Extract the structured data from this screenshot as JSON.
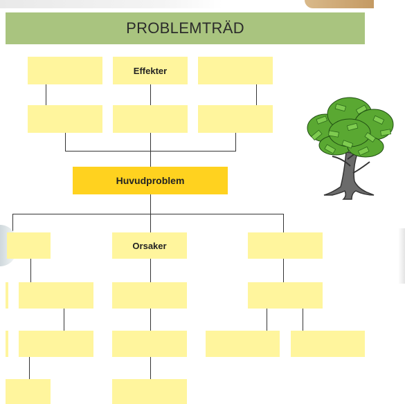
{
  "title": "PROBLEMTRÄD",
  "labels": {
    "effects": "Effekter",
    "main_problem": "Huvudproblem",
    "causes": "Orsaker"
  },
  "colors": {
    "title_bar": "#a9c47f",
    "box": "#fff59d",
    "main_box": "#ffd21f",
    "connector": "#333333"
  },
  "icons": {
    "tree": "money-tree-icon"
  }
}
